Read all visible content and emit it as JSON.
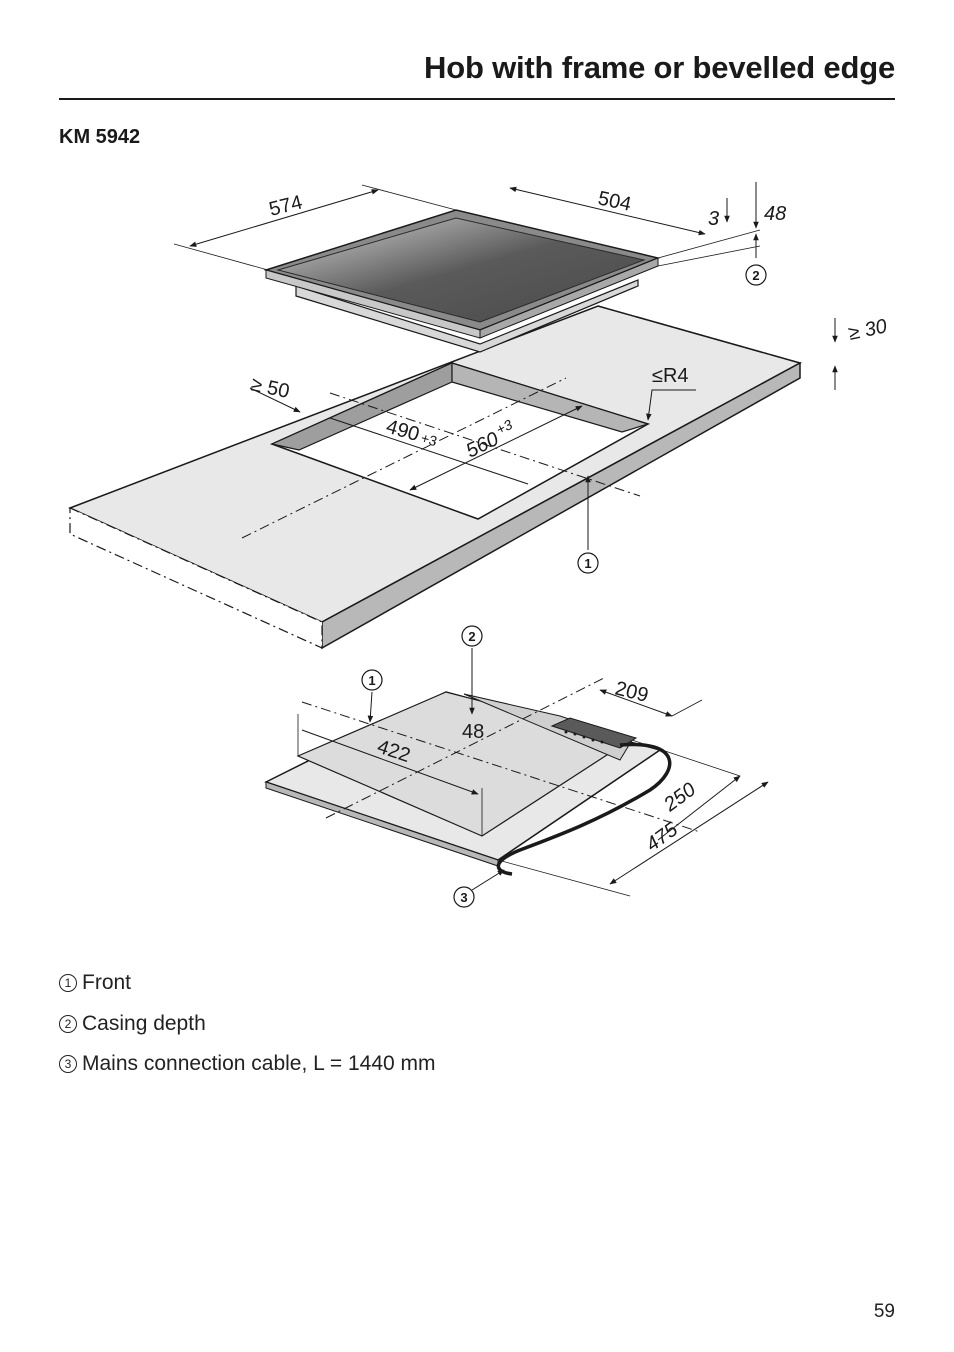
{
  "header": {
    "title": "Hob with frame or bevelled edge",
    "model": "KM 5942"
  },
  "drawing": {
    "dim_574": "574",
    "dim_504": "504",
    "dim_3": "3",
    "dim_48_top": "48",
    "dim_30": "≥ 30",
    "dim_50": "≥ 50",
    "dim_r4": "≤R4",
    "dim_490": "490",
    "tol_490": "+3",
    "dim_560": "560",
    "tol_560": "+3",
    "dim_209": "209",
    "dim_48_bottom": "48",
    "dim_422": "422",
    "dim_250": "250",
    "dim_475": "475",
    "marker_1": "1",
    "marker_2": "2",
    "marker_3": "3"
  },
  "legend": [
    {
      "num": "1",
      "label": "Front"
    },
    {
      "num": "2",
      "label": "Casing depth"
    },
    {
      "num": "3",
      "label": "Mains connection cable, L = 1440 mm"
    }
  ],
  "footer": {
    "page_number": "59"
  }
}
